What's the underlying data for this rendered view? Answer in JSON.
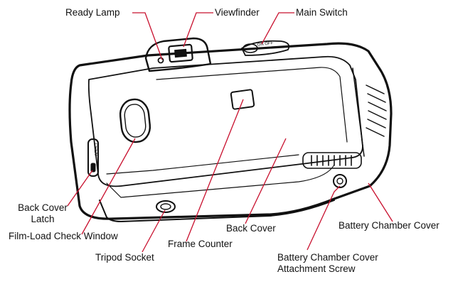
{
  "labels": {
    "ready_lamp": "Ready Lamp",
    "viewfinder": "Viewfinder",
    "main_switch": "Main Switch",
    "back_cover_latch_line1": "Back Cover",
    "back_cover_latch_line2": "Latch",
    "film_load_check_window": "Film-Load Check Window",
    "tripod_socket": "Tripod Socket",
    "frame_counter": "Frame Counter",
    "back_cover": "Back Cover",
    "battery_chamber_cover": "Battery Chamber Cover",
    "battery_screw_line1": "Battery Chamber Cover",
    "battery_screw_line2": "Attachment Screw"
  },
  "markings": {
    "latch_text": "OPEN",
    "switch_text": "ON OFF"
  },
  "colors": {
    "leader_line": "#c8102e",
    "ink": "#111111",
    "background": "#ffffff"
  }
}
